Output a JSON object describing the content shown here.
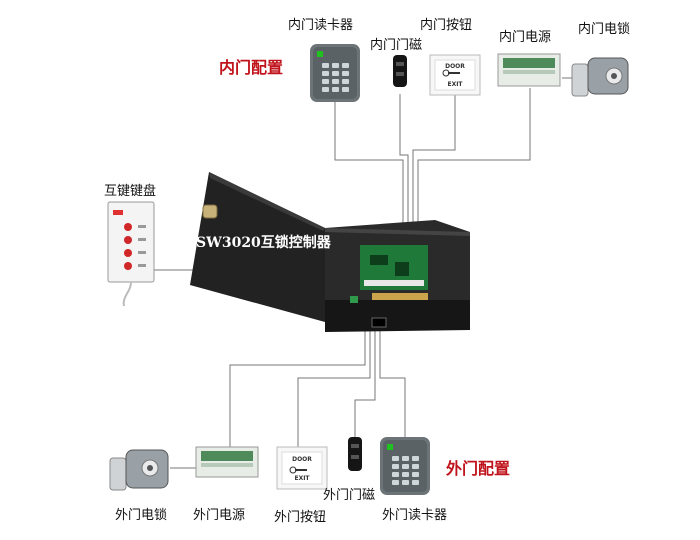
{
  "labels": {
    "inner_config": "内门配置",
    "outer_config": "外门配置",
    "controller": "SW3020互锁控制器",
    "interlock_keypad": "互键键盘",
    "inner_card_reader": "内门读卡器",
    "inner_door_sensor": "内门门磁",
    "inner_exit_button": "内门按钮",
    "inner_power": "内门电源",
    "inner_lock": "内门电锁",
    "outer_lock": "外门电锁",
    "outer_power": "外门电源",
    "outer_exit_button": "外门按钮",
    "outer_door_sensor": "外门门磁",
    "outer_card_reader": "外门读卡器"
  },
  "device_text": {
    "door": "DOOR",
    "exit": "EXIT"
  },
  "colors": {
    "accent_red": "#c0141c",
    "box": "#1c1c1c",
    "pcb": "#1f7a3a",
    "wire": "#777777"
  }
}
